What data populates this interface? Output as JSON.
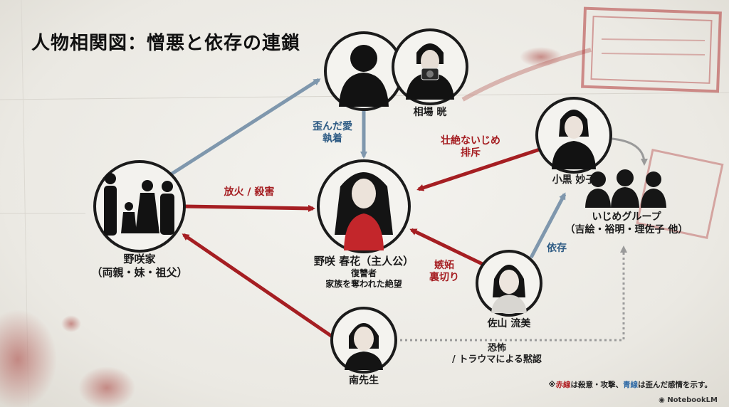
{
  "title": "人物相関図：憎悪と依存の連鎖",
  "nodes": {
    "family": {
      "name": "野咲家",
      "sub": "（両親・妹・祖父）"
    },
    "haruka": {
      "name": "野咲 春花（主人公）",
      "sub1": "復讐者",
      "sub2": "家族を奪われた絶望"
    },
    "aiba": {
      "name": "相場 晄"
    },
    "taeko": {
      "name": "小黒 妙子"
    },
    "group": {
      "name": "いじめグループ",
      "sub": "（吉絵・裕明・理佐子 他）"
    },
    "rumi": {
      "name": "佐山 流美"
    },
    "teacher": {
      "name": "南先生"
    }
  },
  "edges": {
    "arson": "放火 / 殺害",
    "twisted_love_1": "歪んだ愛",
    "twisted_love_2": "執着",
    "bullying_1": "壮絶ないじめ",
    "bullying_2": "排斥",
    "jealousy_1": "嫉妬",
    "jealousy_2": "裏切り",
    "dependence": "依存",
    "fear_1": "恐怖",
    "fear_2": "/ トラウマによる黙認"
  },
  "legend": {
    "prefix": "※",
    "red_word": "赤線",
    "mid": "は殺意・攻撃、",
    "blue_word": "青線",
    "suffix": "は歪んだ感情を示す。"
  },
  "brand": "NotebookLM",
  "colors": {
    "red": "#a51e22",
    "blue": "#7f97ad",
    "gray": "#9a9a9a",
    "ink": "#1b1b1b"
  }
}
